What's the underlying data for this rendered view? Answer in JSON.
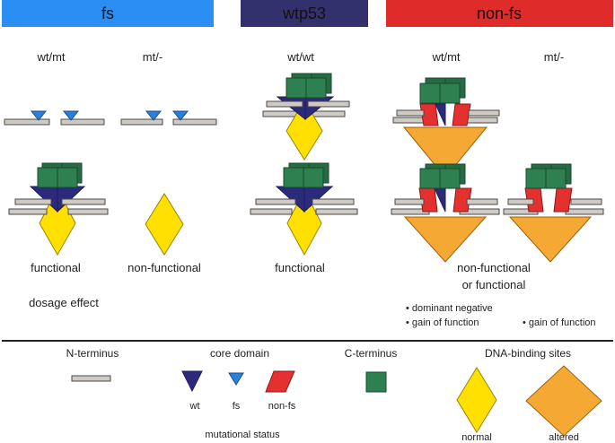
{
  "headers": {
    "fs": "fs",
    "wtp53": "wtp53",
    "nonfs": "non-fs"
  },
  "genotypes": {
    "fs_wtmt": "wt/mt",
    "fs_mt": "mt/-",
    "wt_wtwt": "wt/wt",
    "nonfs_wtmt": "wt/mt",
    "nonfs_mt": "mt/-"
  },
  "outcomes": {
    "fs_wtmt": "functional",
    "fs_mt": "non-functional",
    "wt": "functional",
    "nonfs_line1": "non-functional",
    "nonfs_line2": "or functional",
    "dosage": "dosage effect",
    "dominant_negative": "• dominant negative",
    "gain_function_1": "• gain of function",
    "gain_function_2": "• gain of function"
  },
  "legend": {
    "n_terminus": "N-terminus",
    "core_domain": "core domain",
    "c_terminus": "C-terminus",
    "dna_binding": "DNA-binding sites",
    "wt": "wt",
    "fs": "fs",
    "nonfs": "non-fs",
    "mutational_status": "mutational status",
    "normal": "normal",
    "altered": "altered"
  },
  "colors": {
    "fs_header": "#2b8ef2",
    "wtp53_header": "#33306e",
    "nonfs_header": "#e02b2b",
    "wt_core": "#2c2a7a",
    "fs_core": "#2a80d8",
    "nonfs_core": "#e53030",
    "c_terminus": "#2f8050",
    "dna_normal": "#ffe000",
    "dna_altered": "#f5a833"
  }
}
